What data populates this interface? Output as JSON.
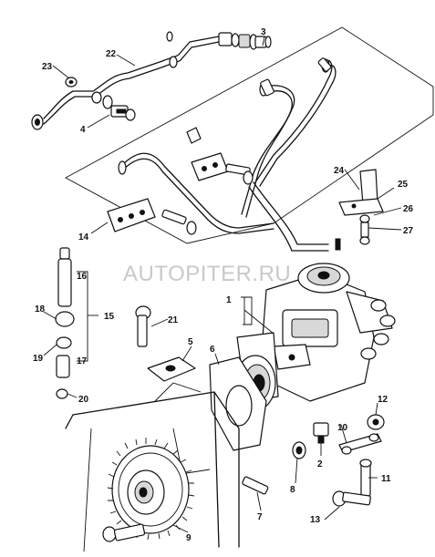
{
  "watermark": "AUTOPITER.RU",
  "callouts": [
    {
      "id": "label-1",
      "text": "1"
    },
    {
      "id": "label-2",
      "text": "2"
    },
    {
      "id": "label-3",
      "text": "3"
    },
    {
      "id": "label-4",
      "text": "4"
    },
    {
      "id": "label-5",
      "text": "5"
    },
    {
      "id": "label-6",
      "text": "6"
    },
    {
      "id": "label-7",
      "text": "7"
    },
    {
      "id": "label-8",
      "text": "8"
    },
    {
      "id": "label-9",
      "text": "9"
    },
    {
      "id": "label-10",
      "text": "10"
    },
    {
      "id": "label-11",
      "text": "11"
    },
    {
      "id": "label-12",
      "text": "12"
    },
    {
      "id": "label-13",
      "text": "13"
    },
    {
      "id": "label-14",
      "text": "14"
    },
    {
      "id": "label-15",
      "text": "15"
    },
    {
      "id": "label-16",
      "text": "16"
    },
    {
      "id": "label-17",
      "text": "17"
    },
    {
      "id": "label-18",
      "text": "18"
    },
    {
      "id": "label-19",
      "text": "19"
    },
    {
      "id": "label-20",
      "text": "20"
    },
    {
      "id": "label-21",
      "text": "21"
    },
    {
      "id": "label-22",
      "text": "22"
    },
    {
      "id": "label-23",
      "text": "23"
    },
    {
      "id": "label-24",
      "text": "24"
    },
    {
      "id": "label-25",
      "text": "25"
    },
    {
      "id": "label-26",
      "text": "26"
    },
    {
      "id": "label-27",
      "text": "27"
    }
  ]
}
